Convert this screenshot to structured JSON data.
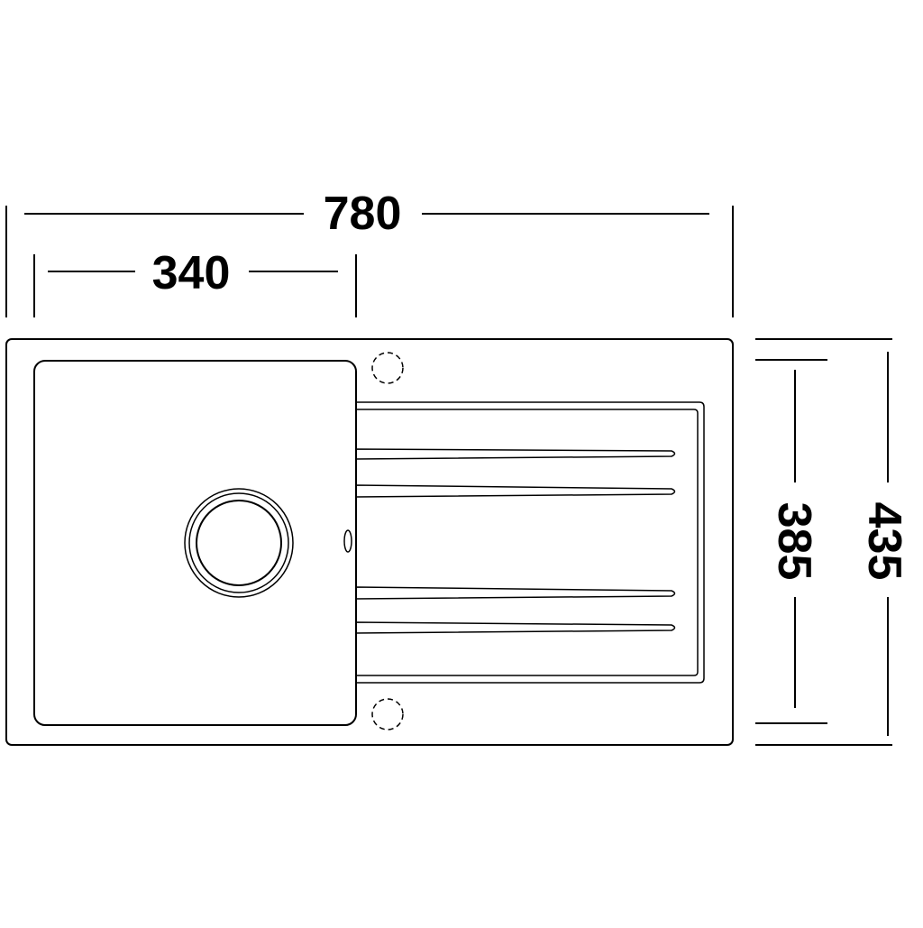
{
  "dimensions": {
    "overall_width": "780",
    "bowl_width": "340",
    "bowl_depth": "385",
    "overall_depth": "435"
  },
  "colors": {
    "line": "#000000",
    "background": "#ffffff"
  }
}
